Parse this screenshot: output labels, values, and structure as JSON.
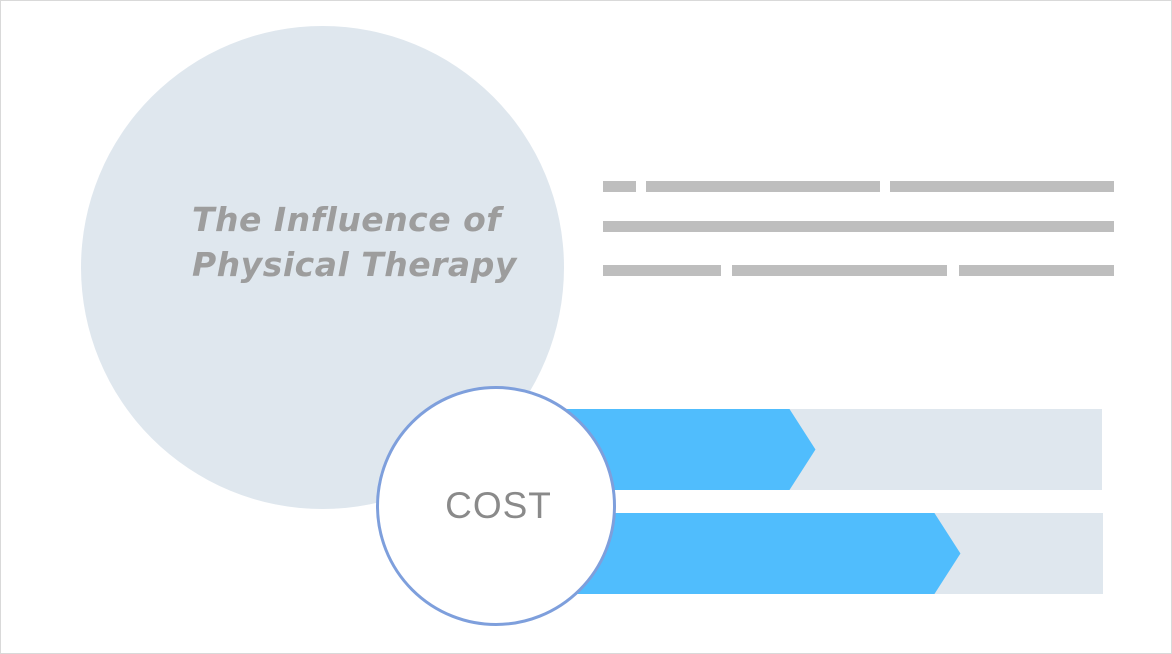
{
  "title": {
    "line1": "The Influence of",
    "line2": "Physical Therapy"
  },
  "cost_label": "COST",
  "colors": {
    "circle_fill": "#dfe7ee",
    "title_text": "#9d9d9d",
    "placeholder_line": "#bebebe",
    "bar_fill": "#50bdfd",
    "bar_track": "#dfe7ee",
    "cost_ring": "#7e9fdc",
    "cost_text": "#8a8a8a"
  },
  "progress_bars": [
    {
      "id": "top",
      "fraction": 0.48
    },
    {
      "id": "bottom",
      "fraction": 0.72
    }
  ]
}
